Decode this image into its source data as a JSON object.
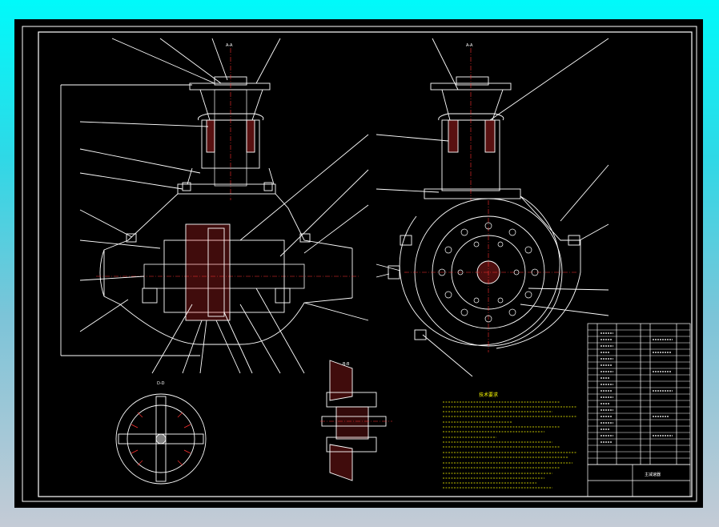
{
  "drawing": {
    "section_labels": [
      "A-A",
      "A-A",
      "B-B",
      "D-D"
    ],
    "tech_requirements_title": "技术要求",
    "title_block_name": "主减速器"
  },
  "colors": {
    "background_top": "#00fafa",
    "background_bottom": "#c4cbd6",
    "sheet": "#000000",
    "lines": "#ffffff",
    "notes": "#ffff00",
    "centerlines": "#ff3030",
    "hatch": "#ff3030"
  }
}
